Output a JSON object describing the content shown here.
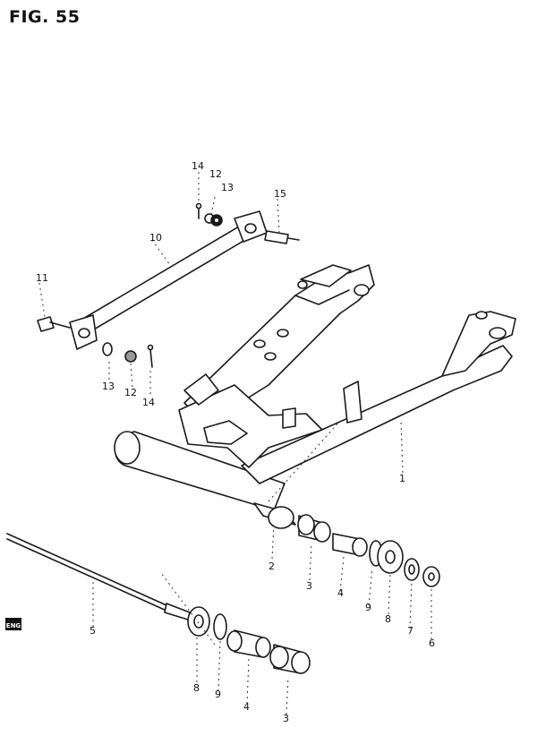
{
  "title": "FIG. 55",
  "callouts": [
    {
      "id": "c14a",
      "text": "14"
    },
    {
      "id": "c12a",
      "text": "12"
    },
    {
      "id": "c13a",
      "text": "13"
    },
    {
      "id": "c15",
      "text": "15"
    },
    {
      "id": "c10",
      "text": "10"
    },
    {
      "id": "c11",
      "text": "11"
    },
    {
      "id": "c13b",
      "text": "13"
    },
    {
      "id": "c12b",
      "text": "12"
    },
    {
      "id": "c14b",
      "text": "14"
    },
    {
      "id": "c1",
      "text": "1"
    },
    {
      "id": "c2",
      "text": "2"
    },
    {
      "id": "c3a",
      "text": "3"
    },
    {
      "id": "c4a",
      "text": "4"
    },
    {
      "id": "c9a",
      "text": "9"
    },
    {
      "id": "c8a",
      "text": "8"
    },
    {
      "id": "c7",
      "text": "7"
    },
    {
      "id": "c6",
      "text": "6"
    },
    {
      "id": "c5",
      "text": "5"
    },
    {
      "id": "c8b",
      "text": "8"
    },
    {
      "id": "c9b",
      "text": "9"
    },
    {
      "id": "c4b",
      "text": "4"
    },
    {
      "id": "c3b",
      "text": "3"
    }
  ],
  "badge_label": "ENG"
}
